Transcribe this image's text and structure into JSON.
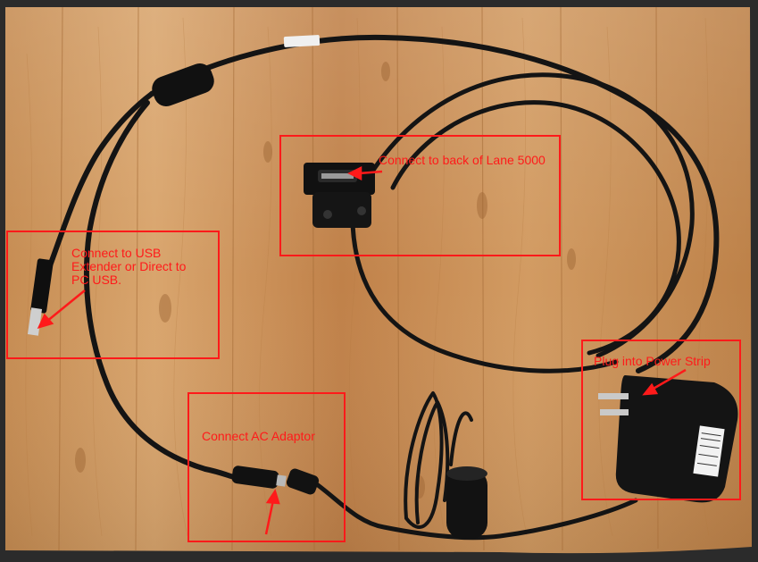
{
  "annotations": {
    "lane_connector": "Connect to back of Lane 5000",
    "usb_connector": "Connect to USB\nExtender or Direct to\nPC USB.",
    "ac_adaptor": "Connect AC Adaptor",
    "power_plug": "Plug into Power Strip"
  },
  "colors": {
    "annotation": "#ff1a1a",
    "wood": "#c8925a",
    "cable": "#151515"
  }
}
